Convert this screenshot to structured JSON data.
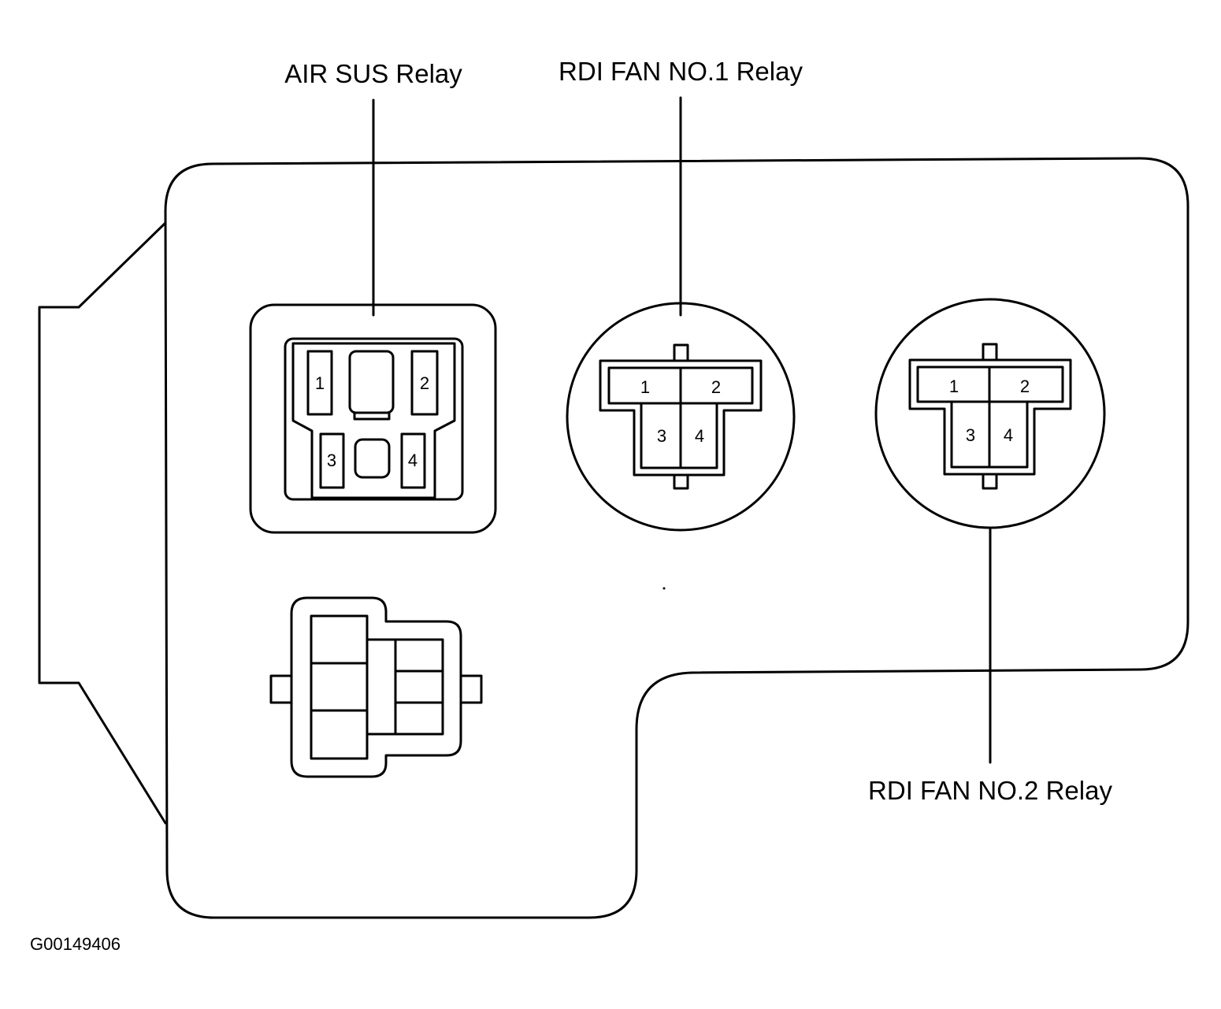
{
  "labels": {
    "air_sus_relay": "AIR SUS Relay",
    "rdi_fan_no1_relay": "RDI FAN NO.1 Relay",
    "rdi_fan_no2_relay": "RDI FAN NO.2 Relay"
  },
  "figure_id": "G00149406",
  "air_sus_pins": [
    "1",
    "2",
    "3",
    "4"
  ],
  "fan1_pins": [
    "1",
    "2",
    "3",
    "4"
  ],
  "fan2_pins": [
    "1",
    "2",
    "3",
    "4"
  ]
}
